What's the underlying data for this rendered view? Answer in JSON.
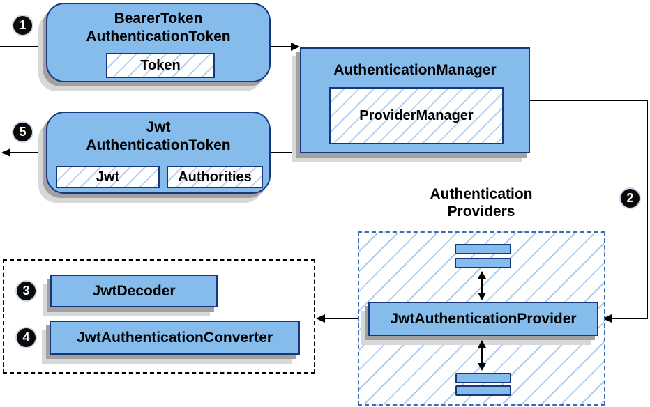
{
  "diagram": {
    "colors": {
      "node_fill": "#85bceb",
      "node_border": "#16377e",
      "hatch_line": "#b4d3f2",
      "providers_dash_border": "#3b6ab8",
      "resolver_dash_border": "#000000",
      "connector": "#000000",
      "shadow": "#a1a1a1"
    },
    "steps": {
      "s1": "1",
      "s2": "2",
      "s3": "3",
      "s4": "4",
      "s5": "5"
    },
    "nodes": {
      "bearer_token": {
        "line1": "BearerToken",
        "line2": "AuthenticationToken",
        "chip": "Token"
      },
      "authentication_manager": {
        "title": "AuthenticationManager",
        "chip": "ProviderManager"
      },
      "jwt_authentication_token": {
        "line1": "Jwt",
        "line2": "AuthenticationToken",
        "chip1": "Jwt",
        "chip2": "Authorities"
      },
      "jwt_authentication_provider": {
        "title": "JwtAuthenticationProvider"
      },
      "jwt_decoder": {
        "title": "JwtDecoder"
      },
      "jwt_authentication_converter": {
        "title": "JwtAuthenticationConverter"
      }
    },
    "labels": {
      "providers_group_line1": "Authentication",
      "providers_group_line2": "Providers"
    }
  }
}
